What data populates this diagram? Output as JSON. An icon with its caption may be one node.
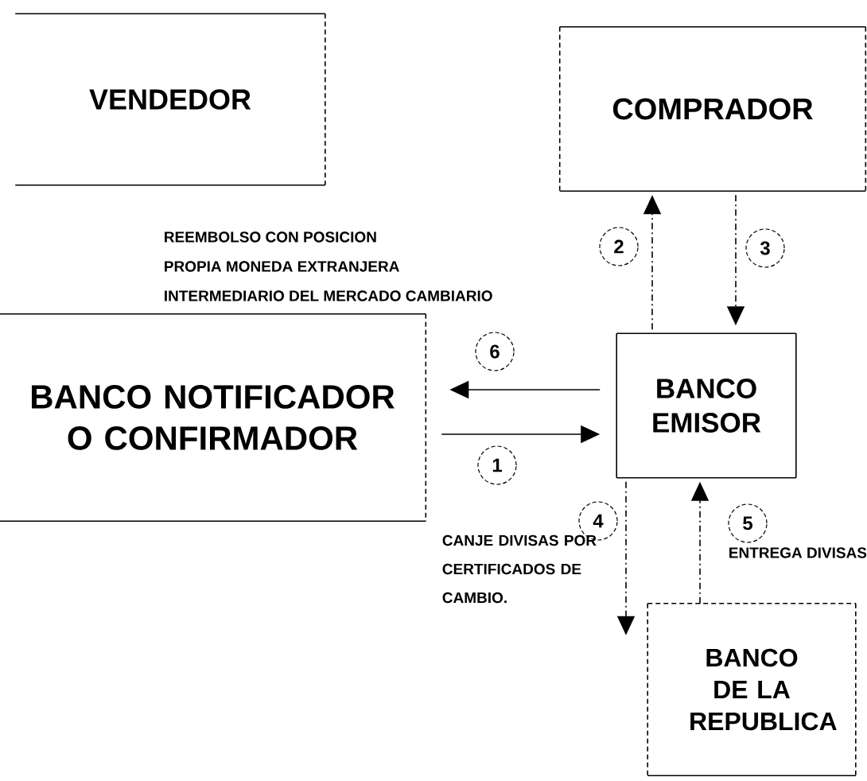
{
  "diagram": {
    "nodes": [
      {
        "text": [
          "VENDEDOR"
        ]
      },
      {
        "text": [
          "COMPRADOR"
        ]
      },
      {
        "text": [
          "BANCO NOTIFICADOR O CONFIRMADOR"
        ]
      },
      {
        "text": [
          "BANCO EMISOR"
        ]
      },
      {
        "text": [
          "BANCO DE LA REPUBLICA"
        ]
      }
    ],
    "edges": [
      {
        "from": 2,
        "to": 3,
        "arrow": "to",
        "label": "1"
      },
      {
        "from": 3,
        "to": 1,
        "arrow": "to",
        "label": "2",
        "style": "dashed"
      },
      {
        "from": 1,
        "to": 3,
        "arrow": "to",
        "label": "3",
        "style": "dashed"
      },
      {
        "from": 3,
        "to": 4,
        "arrow": "to",
        "label": "4",
        "style": "dashed"
      },
      {
        "from": 4,
        "to": 3,
        "arrow": "to",
        "label": "5",
        "style": "dashed"
      },
      {
        "from": 3,
        "to": 2,
        "arrow": "to",
        "label": "6"
      }
    ],
    "labels": [
      "REEMBOLSO CON POSICION",
      "PROPIA MONEDA EXTRANJERA",
      "INTERMEDIARIO DEL MERCADO  CAMBIARIO",
      "CANJE DIVISAS POR CERTIFICADOS DE CAMBIO.",
      "ENTREGA DIVISAS"
    ]
  }
}
